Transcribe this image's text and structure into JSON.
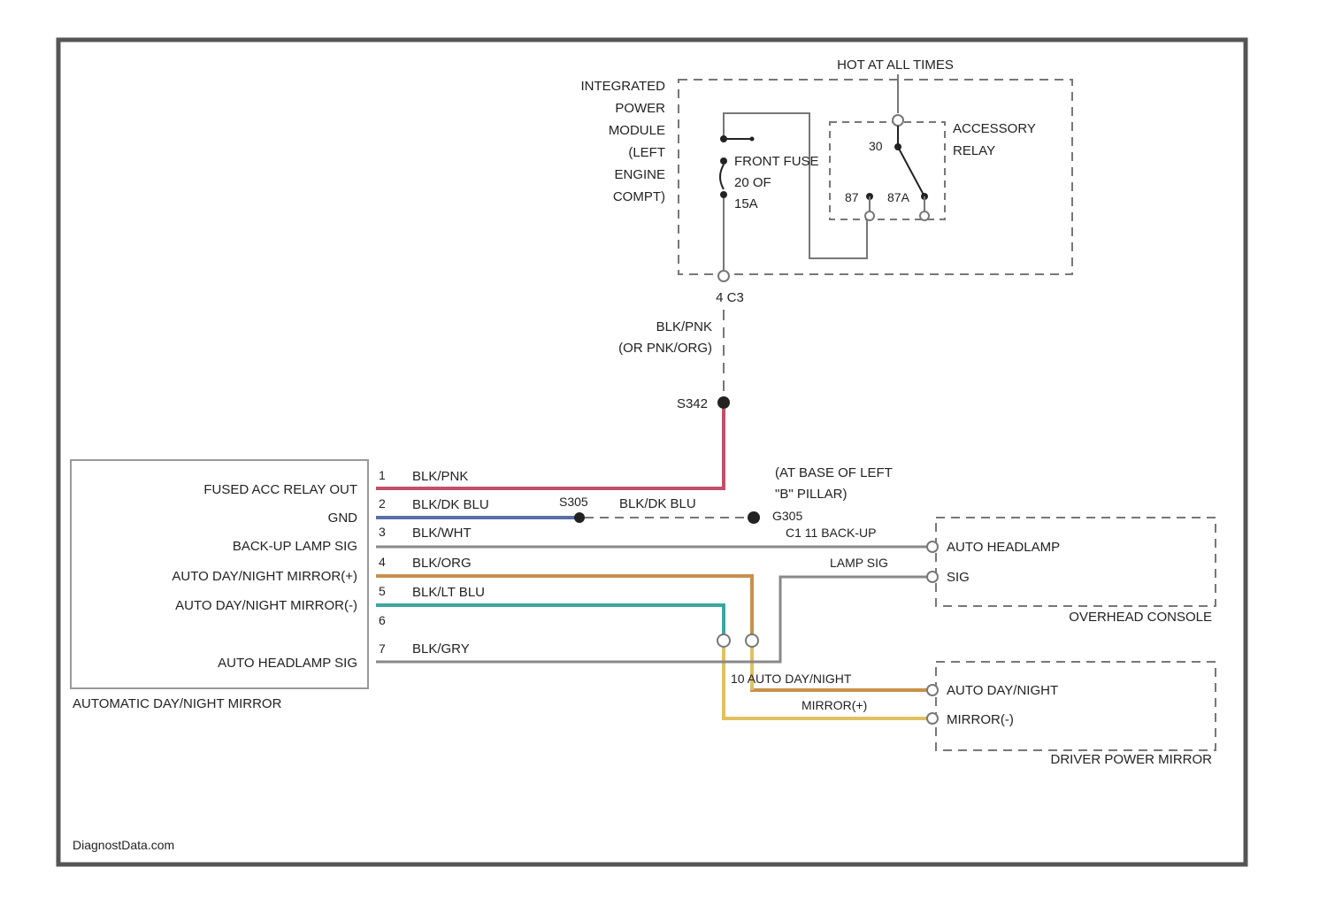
{
  "colors": {
    "frame": "#555555",
    "wire_red": "#c0506a",
    "wire_blue": "#5a6fa8",
    "wire_gray": "#888888",
    "wire_orange": "#c8904a",
    "wire_teal": "#3aa6a0",
    "wire_yellow": "#e0c060",
    "dashed": "#777777"
  },
  "top_block": {
    "hot_label": "HOT AT ALL TIMES",
    "module_label": [
      "INTEGRATED",
      "POWER",
      "MODULE",
      "(LEFT",
      "ENGINE",
      "COMPT)"
    ],
    "fuse_label": [
      "FRONT FUSE",
      "20 OF",
      "15A"
    ],
    "relay_label": [
      "ACCESSORY",
      "RELAY"
    ],
    "relay_pins": {
      "p30": "30",
      "p87": "87",
      "p87a": "87A"
    },
    "connector_label": "4  C3",
    "wire_label": [
      "BLK/PNK",
      "(OR PNK/ORG)"
    ],
    "splice_label": "S342"
  },
  "mirror": {
    "title": "AUTOMATIC DAY/NIGHT MIRROR",
    "pins": [
      {
        "text": "FUSED ACC RELAY OUT",
        "num": "1",
        "wire": "BLK/PNK"
      },
      {
        "text": "GND",
        "num": "2",
        "wire": "BLK/DK BLU"
      },
      {
        "text": "BACK-UP LAMP SIG",
        "num": "3",
        "wire": "BLK/WHT"
      },
      {
        "text": "AUTO DAY/NIGHT MIRROR(+)",
        "num": "4",
        "wire": "BLK/ORG"
      },
      {
        "text": "AUTO DAY/NIGHT MIRROR(-)",
        "num": "5",
        "wire": "BLK/LT BLU"
      },
      {
        "text": "",
        "num": "6",
        "wire": ""
      },
      {
        "text": "AUTO HEADLAMP SIG",
        "num": "7",
        "wire": "BLK/GRY"
      }
    ]
  },
  "ground": {
    "splice": "S305",
    "wire": "BLK/DK BLU",
    "ground_id": "G305",
    "note": [
      "(AT BASE OF LEFT",
      "\"B\" PILLAR)"
    ]
  },
  "overhead": {
    "title": "OVERHEAD CONSOLE",
    "pin1": "AUTO HEADLAMP",
    "pin2": "SIG",
    "backup_label": "C1 11 BACK-UP",
    "lamp_sig": "LAMP SIG"
  },
  "driver_mirror": {
    "title": "DRIVER POWER MIRROR",
    "pin1": "AUTO DAY/NIGHT",
    "pin2": "MIRROR(-)",
    "callout1": "10  AUTO DAY/NIGHT",
    "callout2": "MIRROR(+)"
  },
  "watermark": "DiagnostData.com"
}
